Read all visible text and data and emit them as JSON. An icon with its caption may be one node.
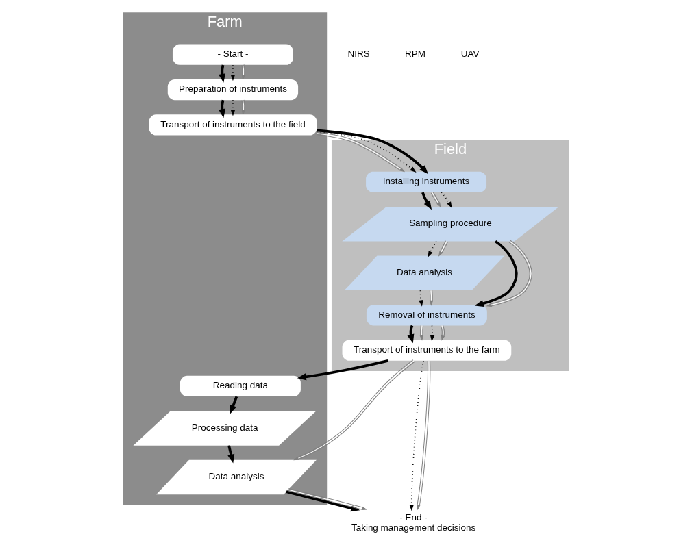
{
  "diagram": {
    "nodes": [
      {
        "text": [
          "Farm"
        ]
      },
      {
        "text": [
          "Field"
        ]
      },
      {
        "text": [
          "- Start -"
        ],
        "in": 0
      },
      {
        "text": [
          "Preparation of instruments"
        ],
        "in": 0
      },
      {
        "text": [
          "Transport of instruments to the field"
        ],
        "in": 0
      },
      {
        "text": [
          "Reading data"
        ],
        "in": 0
      },
      {
        "text": [
          "Processing data"
        ],
        "in": 0
      },
      {
        "text": [
          "Data analysis"
        ],
        "in": 0
      },
      {
        "text": [
          "Installing instruments"
        ],
        "in": 1
      },
      {
        "text": [
          "Sampling procedure"
        ],
        "in": 1
      },
      {
        "text": [
          "Data analysis"
        ],
        "in": 1
      },
      {
        "text": [
          "Removal of instruments"
        ],
        "in": 1
      },
      {
        "text": [
          "Transport of instruments to the farm"
        ],
        "in": 1
      },
      {
        "text": [
          "- End -",
          "Taking management decisions"
        ]
      }
    ],
    "edges": [
      {
        "from": 2,
        "to": 3,
        "arrow": "to",
        "style": "thick"
      },
      {
        "from": 2,
        "to": 3,
        "arrow": "to",
        "style": "dashed"
      },
      {
        "from": 2,
        "to": 3,
        "arrow": "to",
        "color": "#808080"
      },
      {
        "from": 3,
        "to": 4,
        "arrow": "to",
        "style": "thick"
      },
      {
        "from": 3,
        "to": 4,
        "arrow": "to",
        "style": "dashed"
      },
      {
        "from": 3,
        "to": 4,
        "arrow": "to",
        "color": "#808080"
      },
      {
        "from": 4,
        "to": 8,
        "arrow": "to",
        "color": "#808080"
      },
      {
        "from": 4,
        "to": 8,
        "arrow": "to",
        "style": "dashed"
      },
      {
        "from": 4,
        "to": 8,
        "arrow": "to",
        "style": "thick"
      },
      {
        "from": 8,
        "to": 9,
        "arrow": "to",
        "style": "thick"
      },
      {
        "from": 8,
        "to": 9,
        "arrow": "to",
        "color": "#808080"
      },
      {
        "from": 8,
        "to": 9,
        "arrow": "to",
        "style": "dashed"
      },
      {
        "from": 9,
        "to": 10,
        "arrow": "to",
        "style": "dashed"
      },
      {
        "from": 9,
        "to": 10,
        "arrow": "to",
        "color": "#808080"
      },
      {
        "from": 9,
        "to": 11,
        "arrow": "to",
        "style": "thick"
      },
      {
        "from": 9,
        "to": 11,
        "arrow": "to",
        "color": "#808080"
      },
      {
        "from": 10,
        "to": 11,
        "arrow": "to",
        "style": "dashed"
      },
      {
        "from": 10,
        "to": 11,
        "arrow": "to",
        "color": "#808080"
      },
      {
        "from": 11,
        "to": 12,
        "arrow": "to",
        "style": "thick"
      },
      {
        "from": 11,
        "to": 12,
        "arrow": "to",
        "color": "#808080"
      },
      {
        "from": 11,
        "to": 12,
        "arrow": "to",
        "style": "dashed"
      },
      {
        "from": 11,
        "to": 12,
        "arrow": "to",
        "color": "#808080"
      },
      {
        "from": 12,
        "to": 5,
        "arrow": "to",
        "style": "thick"
      },
      {
        "from": 5,
        "to": 6,
        "arrow": "to",
        "style": "thick"
      },
      {
        "from": 6,
        "to": 7,
        "arrow": "to",
        "style": "thick"
      },
      {
        "from": 12,
        "to": 7,
        "arrow": "to",
        "color": "#808080"
      },
      {
        "from": 7,
        "to": 13,
        "arrow": "to",
        "style": "thick"
      },
      {
        "from": 7,
        "to": 13,
        "arrow": "to",
        "color": "#808080"
      },
      {
        "from": 12,
        "to": 13,
        "arrow": "to",
        "style": "dashed"
      },
      {
        "from": 12,
        "to": 13,
        "arrow": "to",
        "color": "#808080"
      }
    ],
    "legend": [
      {
        "text": "NIRS"
      },
      {
        "text": "RPM"
      },
      {
        "text": "UAV"
      }
    ]
  }
}
